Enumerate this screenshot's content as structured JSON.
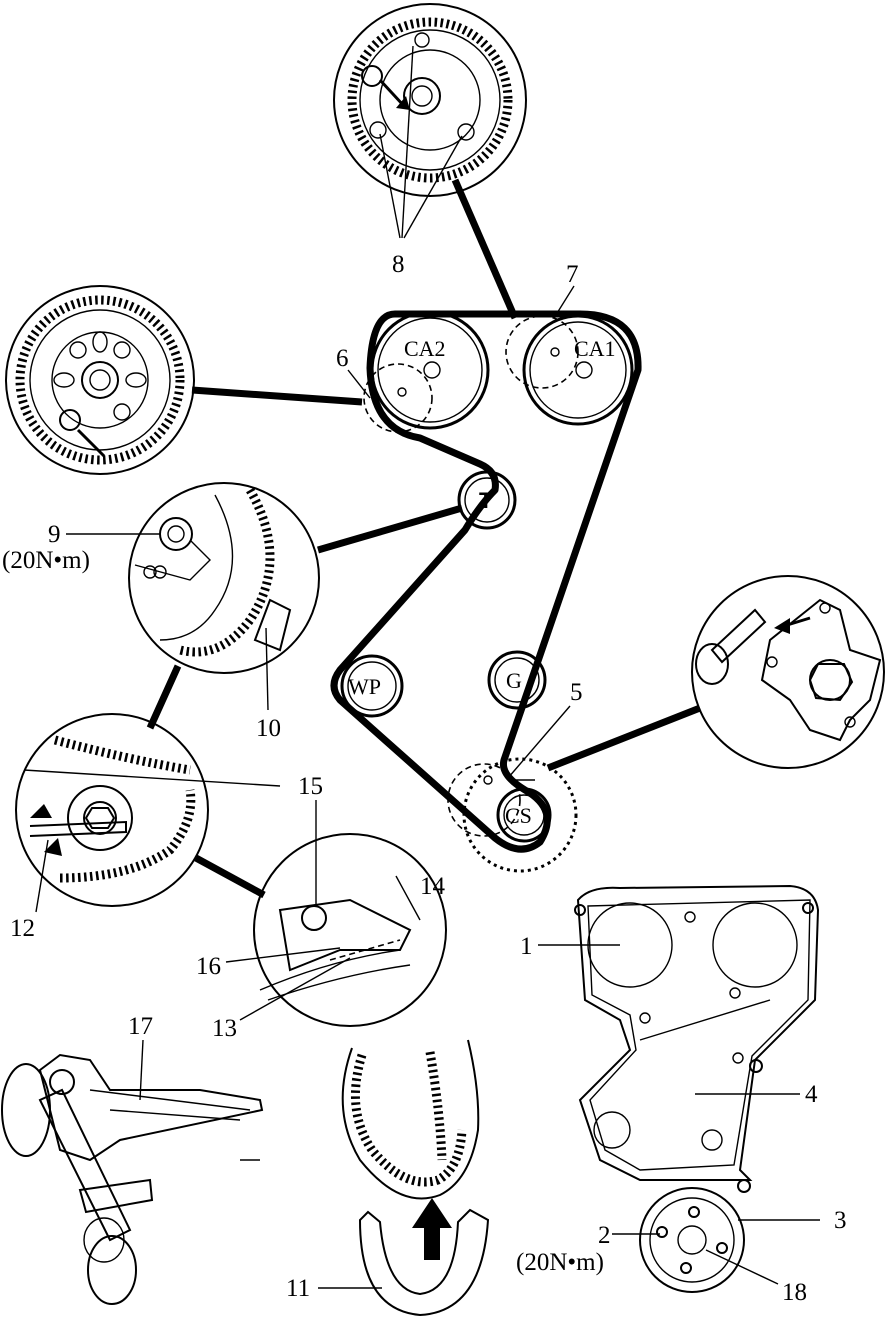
{
  "pulleys": {
    "ca2": "CA2",
    "ca1": "CA1",
    "tensioner": "T",
    "water_pump": "WP",
    "guide": "G",
    "crankshaft": "CS"
  },
  "callouts": {
    "n1": "1",
    "n2": "2",
    "n3": "3",
    "n4": "4",
    "n5": "5",
    "n6": "6",
    "n7": "7",
    "n8": "8",
    "n9": "9",
    "n10": "10",
    "n11": "11",
    "n12": "12",
    "n13": "13",
    "n14": "14",
    "n15": "15",
    "n16": "16",
    "n17": "17",
    "n18": "18"
  },
  "torques": {
    "tensioner_bolt": "(20N•m)",
    "cover_bolt": "(20N•m)"
  },
  "icons": [
    "sprocket-icon",
    "tensioner-icon",
    "locking-pin-icon",
    "timing-cover-icon",
    "crank-pulley-icon",
    "belt-icon",
    "wrench-icon",
    "arrow-icon"
  ]
}
